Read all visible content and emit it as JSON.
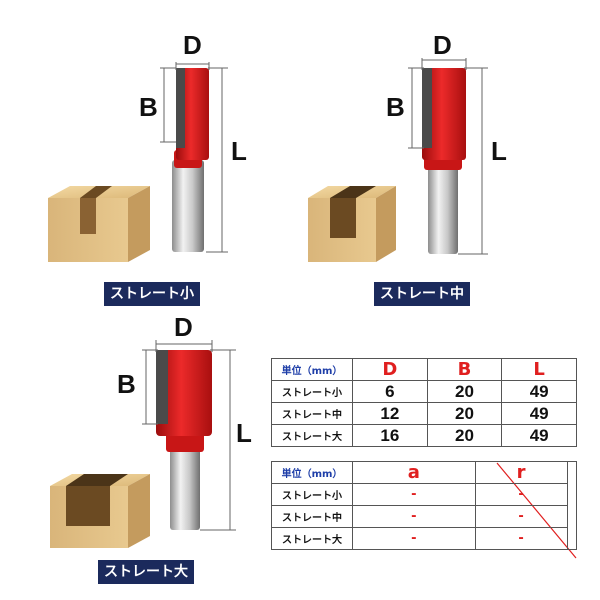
{
  "dimensions": {
    "d": "D",
    "b": "B",
    "l": "L"
  },
  "bits": [
    {
      "name": "ストレート小"
    },
    {
      "name": "ストレート中"
    },
    {
      "name": "ストレート大"
    }
  ],
  "table1": {
    "unit_header": "単位（mm）",
    "columns": [
      "D",
      "B",
      "L"
    ],
    "rows": [
      {
        "label": "ストレート小",
        "values": [
          "6",
          "20",
          "49"
        ]
      },
      {
        "label": "ストレート中",
        "values": [
          "12",
          "20",
          "49"
        ]
      },
      {
        "label": "ストレート大",
        "values": [
          "16",
          "20",
          "49"
        ]
      }
    ]
  },
  "table2": {
    "unit_header": "単位（mm）",
    "columns": [
      "a",
      "r"
    ],
    "rows": [
      {
        "label": "ストレート小",
        "values": [
          "-",
          "-"
        ]
      },
      {
        "label": "ストレート中",
        "values": [
          "-",
          "-"
        ]
      },
      {
        "label": "ストレート大",
        "values": [
          "-",
          "-"
        ]
      }
    ]
  },
  "colors": {
    "accent_red": "#e01f1f",
    "header_blue": "#1e3ea8",
    "tag_navy": "#1b2a5c"
  }
}
